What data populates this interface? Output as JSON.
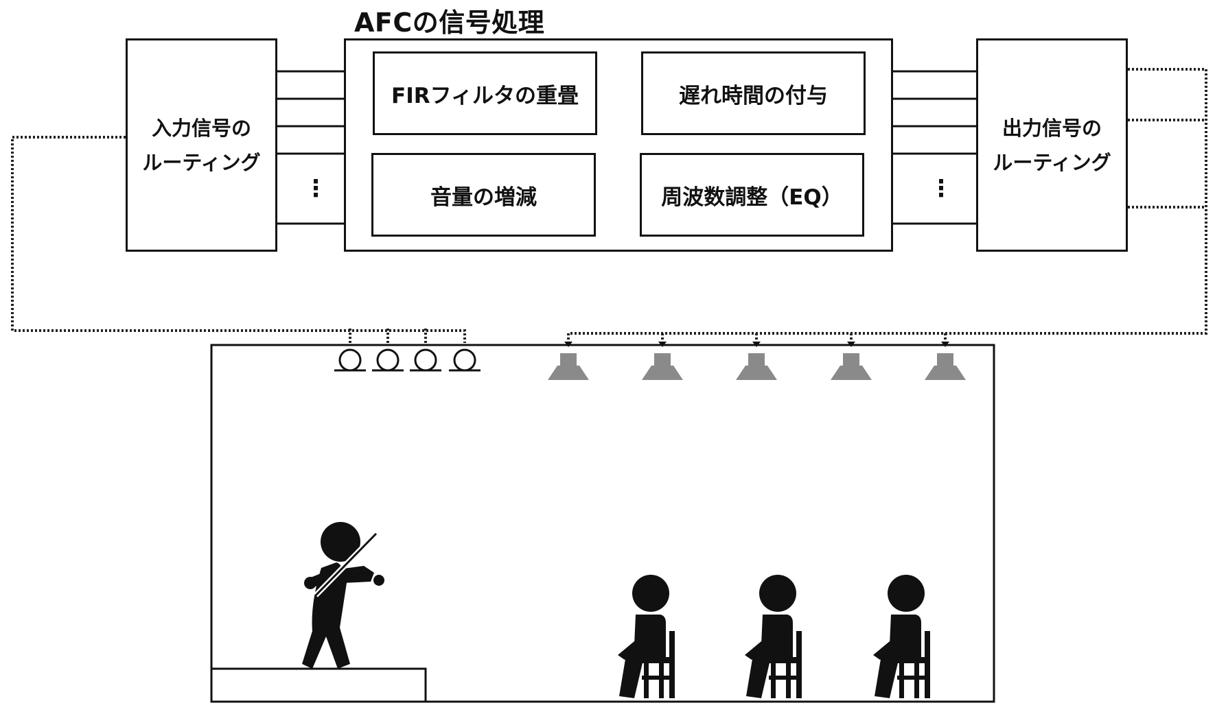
{
  "title": "AFCの信号処理",
  "input_routing": {
    "line1": "入力信号の",
    "line2": "ルーティング"
  },
  "output_routing": {
    "line1": "出力信号の",
    "line2": "ルーティング"
  },
  "processing": {
    "fir": "FIRフィルタの重畳",
    "delay": "遅れ時間の付与",
    "gain": "音量の増減",
    "eq": "周波数調整（EQ）"
  },
  "ellipsis": "⋮",
  "hall": {
    "microphones": 4,
    "speakers": 5,
    "audience": 3,
    "performer": "violinist",
    "speaker_color": "#8a8a8a"
  }
}
